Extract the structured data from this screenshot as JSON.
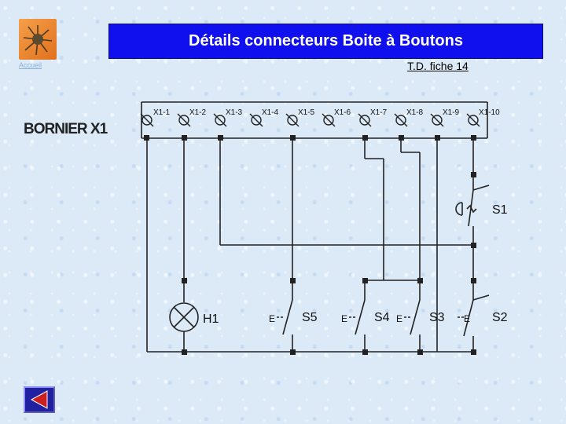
{
  "header": {
    "title": "Détails connecteurs Boite à Boutons",
    "reference": "T.D. fiche 14",
    "home_link": "Accueil"
  },
  "bornier_label": "BORNIER X1",
  "terminals": [
    "X1-1",
    "X1-2",
    "X1-3",
    "X1-4",
    "X1-5",
    "X1-6",
    "X1-7",
    "X1-8",
    "X1-9",
    "X1-10"
  ],
  "components": {
    "lamp": "H1",
    "switches": [
      "S5",
      "S4",
      "S3",
      "S2",
      "S1"
    ],
    "actuator_letter": "E"
  },
  "colors": {
    "title_bg": "#1010ee",
    "wire": "#222222",
    "back_button": "#2020a0"
  }
}
